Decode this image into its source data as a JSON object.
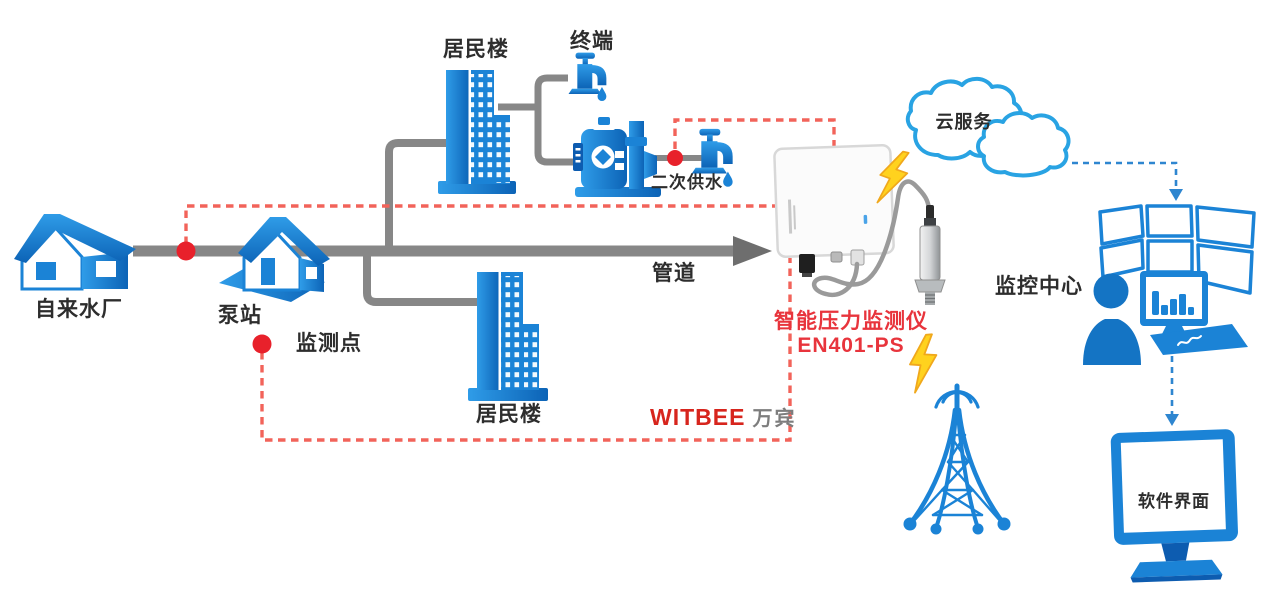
{
  "labels": {
    "water_plant": "自来水厂",
    "pump_station": "泵站",
    "monitoring_point": "监测点",
    "residential_building_top": "居民楼",
    "residential_building_bottom": "居民楼",
    "terminal": "终端",
    "secondary_water_supply": "二次供水",
    "pipeline": "管道",
    "device_name": "智能压力监测仪",
    "device_model": "EN401-PS",
    "cloud_service": "云服务",
    "monitoring_center": "监控中心",
    "software_interface": "软件界面",
    "brand_en": "WITBEE",
    "brand_cn": "万宾"
  },
  "colors": {
    "icon_blue": "#1b83d6",
    "icon_blue_dark": "#0d5cb0",
    "person_blue": "#1474c4",
    "pipe_gray": "#878787",
    "pipe_dark": "#6e6e6e",
    "red_line": "#f2635a",
    "red_dot": "#e8212b",
    "red_text": "#e8343c",
    "blue_dash": "#2e86d0",
    "cloud_stroke": "#29a3e3",
    "lightning": "#ffd21e",
    "lightning_edge": "#f0a81c",
    "brand_red": "#d7251d",
    "brand_gray": "#7d7d7d",
    "text_dark": "#2d2d2d",
    "device_body": "#fbfbfb",
    "device_edge": "#d8d8d8",
    "cable_gray": "#9a9a9a"
  },
  "icons": [
    "water-plant-house-icon",
    "pump-station-house-icon",
    "residential-building-icon",
    "faucet-icon",
    "water-drop-icon",
    "booster-pump-icon",
    "pipeline-arrow-icon",
    "monitoring-point-dot",
    "pressure-monitor-device-icon",
    "pressure-sensor-icon",
    "lightning-icon",
    "cloud-icon",
    "monitor-wall-icon",
    "operator-person-icon",
    "dashboard-monitor-icon",
    "radio-tower-icon",
    "software-monitor-icon"
  ]
}
